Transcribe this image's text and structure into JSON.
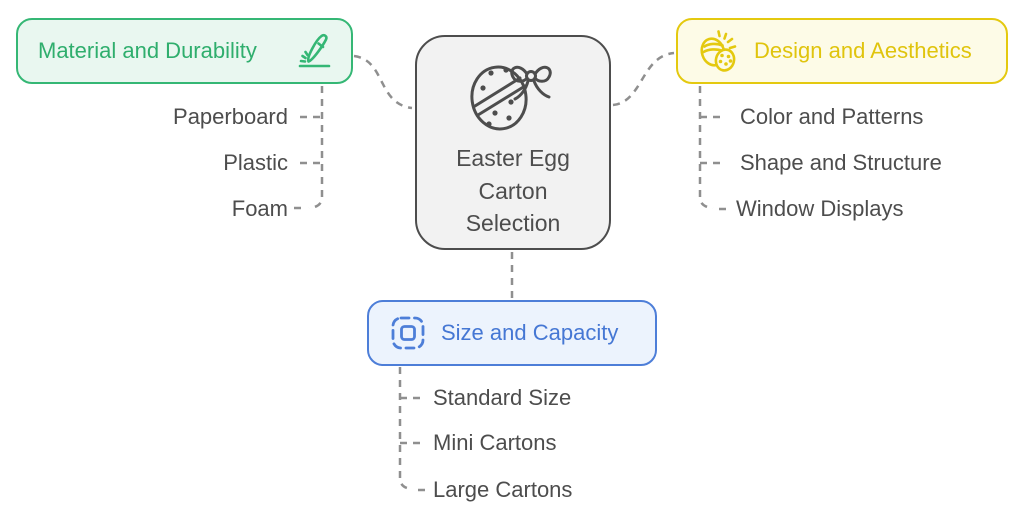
{
  "central_node": {
    "title": "Easter Egg Carton Selection",
    "icon": "easter-egg-with-bow-icon",
    "border_color": "#4d4d4d",
    "fill_color": "#f2f2f2",
    "text_color": "#4d4d4d"
  },
  "branches": [
    {
      "label": "Material and Durability",
      "icon": "craft-pen-icon",
      "accent_color": "#35b775",
      "fill_color": "#e9f7f0",
      "children": [
        "Paperboard",
        "Plastic",
        "Foam"
      ]
    },
    {
      "label": "Design and Aesthetics",
      "icon": "decorated-eggs-sparkle-icon",
      "accent_color": "#e4c90f",
      "fill_color": "#fdfbe7",
      "children": [
        "Color and Patterns",
        "Shape and Structure",
        "Window Displays"
      ]
    },
    {
      "label": "Size and Capacity",
      "icon": "crop-frame-icon",
      "accent_color": "#4d7ed8",
      "fill_color": "#ecf3fd",
      "children": [
        "Standard Size",
        "Mini Cartons",
        "Large Cartons"
      ]
    }
  ],
  "connector_color": "#8f8f8f",
  "child_text_color": "#4d4d4d"
}
